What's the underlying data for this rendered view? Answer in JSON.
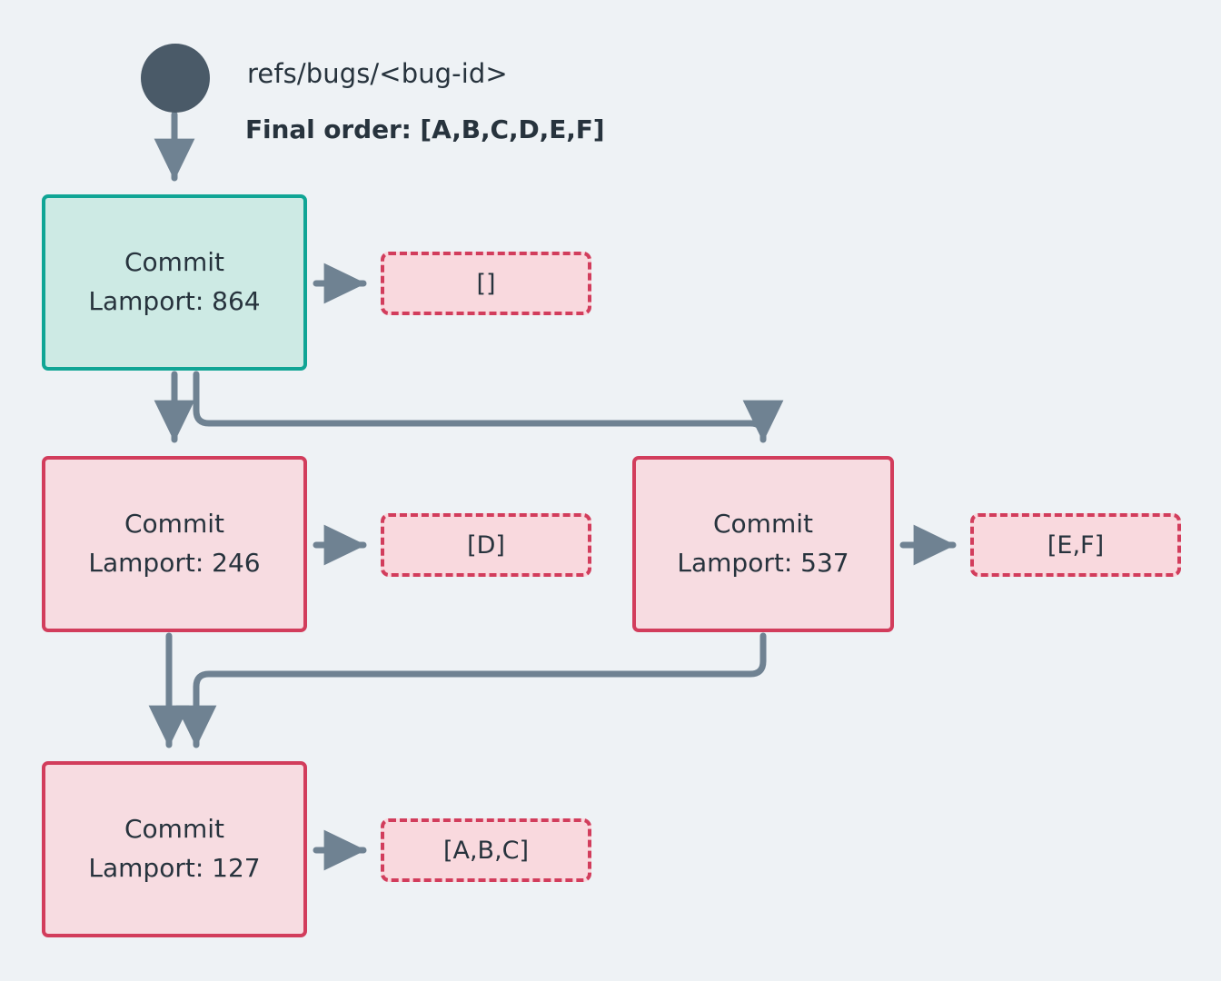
{
  "diagram": {
    "title_ref": "refs/bugs/<bug-id>",
    "final_order": "Final order: [A,B,C,D,E,F]",
    "colors": {
      "background": "#eef2f5",
      "start_node": "#4a5a68",
      "head_border": "#10a595",
      "head_fill": "#cdeae4",
      "commit_border": "#d23d5c",
      "commit_fill": "#f7dce1",
      "list_fill": "#f9d9de",
      "edge": "#6f8292",
      "text": "#27333d"
    },
    "start_node_name": "start-node",
    "nodes": [
      {
        "id": "c864",
        "kind": "head",
        "line1": "Commit",
        "line2": "Lamport: 864",
        "lamport": 864,
        "list": "[]",
        "list_items": []
      },
      {
        "id": "c246",
        "kind": "commit",
        "line1": "Commit",
        "line2": "Lamport: 246",
        "lamport": 246,
        "list": "[D]",
        "list_items": [
          "D"
        ]
      },
      {
        "id": "c537",
        "kind": "commit",
        "line1": "Commit",
        "line2": "Lamport: 537",
        "lamport": 537,
        "list": "[E,F]",
        "list_items": [
          "E",
          "F"
        ]
      },
      {
        "id": "c127",
        "kind": "commit",
        "line1": "Commit",
        "line2": "Lamport: 127",
        "lamport": 127,
        "list": "[A,B,C]",
        "list_items": [
          "A",
          "B",
          "C"
        ]
      }
    ],
    "edges": [
      {
        "from": "start",
        "to": "c864"
      },
      {
        "from": "c864",
        "to": "c246"
      },
      {
        "from": "c864",
        "to": "c537"
      },
      {
        "from": "c246",
        "to": "c127"
      },
      {
        "from": "c537",
        "to": "c127"
      },
      {
        "from": "c864",
        "to": "l864"
      },
      {
        "from": "c246",
        "to": "l246"
      },
      {
        "from": "c537",
        "to": "l537"
      },
      {
        "from": "c127",
        "to": "l127"
      }
    ]
  }
}
